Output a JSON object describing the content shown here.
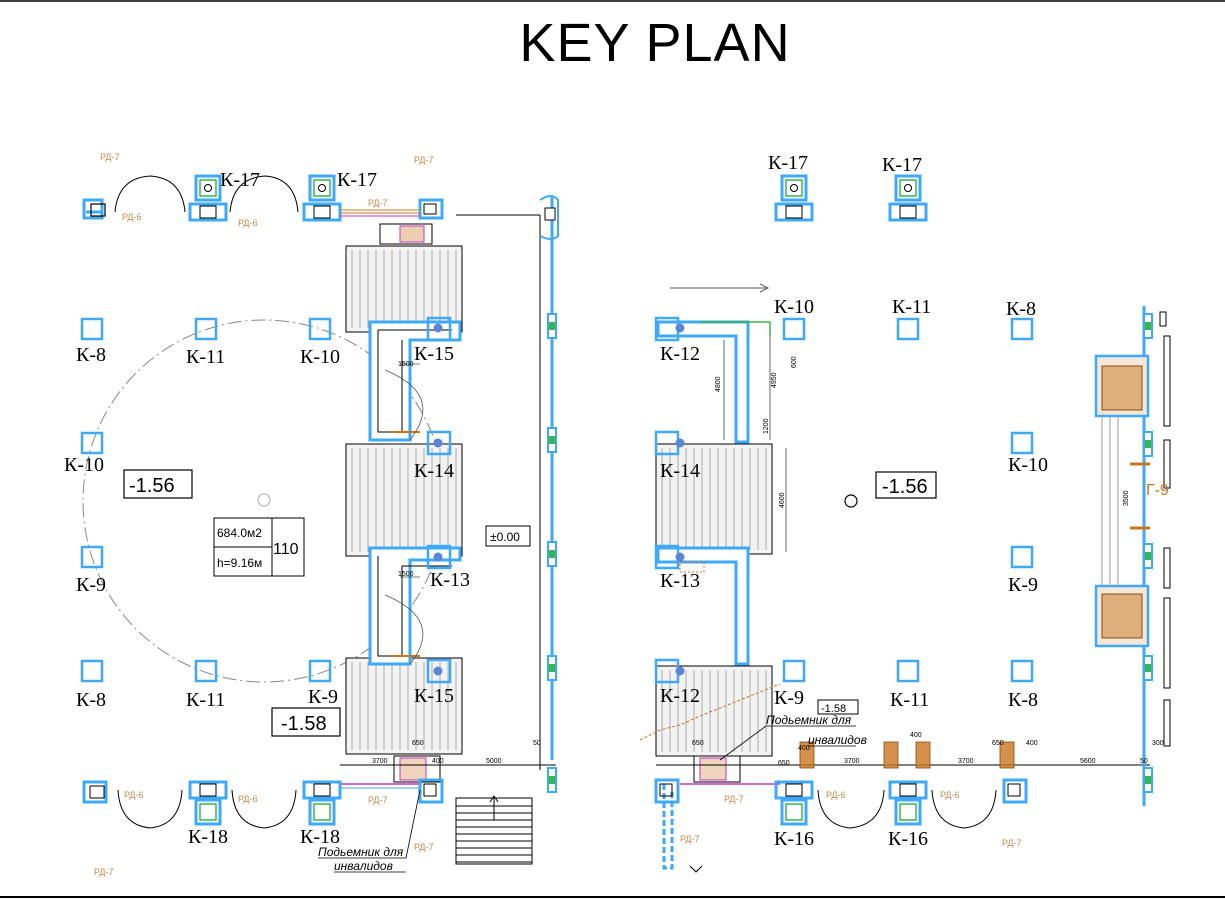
{
  "title": "KEY PLAN",
  "colors": {
    "column": "#3fa9f5",
    "wall": "#3fa9f5",
    "equipment": "#c8751f",
    "annotation": "#c8894a",
    "green": "#39b54a",
    "magenta": "#c239c2"
  },
  "left_plan": {
    "top_labels": [
      "К-17",
      "К-17"
    ],
    "row1": [
      "К-8",
      "К-11",
      "К-10",
      "К-15"
    ],
    "row2": [
      "К-10",
      "К-14"
    ],
    "row3": [
      "К-9",
      "К-13"
    ],
    "row4": [
      "К-8",
      "К-11",
      "К-9",
      "К-15"
    ],
    "bottom_labels": [
      "К-18",
      "К-18"
    ],
    "elevation_main": "-1.56",
    "elevation_low": "-1.58",
    "elevation_zero": "±0.00",
    "room_area": "684.0м2",
    "room_height": "h=9.16м",
    "room_number": "110",
    "rd_top": [
      "РД-7",
      "РД-6",
      "РД-6",
      "РД-7",
      "РД-7"
    ],
    "rd_bottom": [
      "РД-6",
      "РД-6",
      "РД-7",
      "РД-7",
      "РД-7"
    ],
    "dims": [
      "1500",
      "1500",
      "3700",
      "650",
      "400",
      "5000",
      "50"
    ],
    "lift_note_1": "Подьемник для",
    "lift_note_2": "инвалидов"
  },
  "right_plan": {
    "top_labels": [
      "К-17",
      "К-17"
    ],
    "row1": [
      "К-10",
      "К-11",
      "К-8",
      "К-12"
    ],
    "row2": [
      "К-14",
      "К-10"
    ],
    "row3": [
      "К-13",
      "К-9"
    ],
    "row4": [
      "К-12",
      "К-9",
      "К-11",
      "К-8"
    ],
    "bottom_labels": [
      "К-16",
      "К-16"
    ],
    "elevation_main": "-1.56",
    "elevation_low": "-1.58",
    "gate_label": "Г-9",
    "rd_bottom": [
      "РД-7",
      "РД-6",
      "РД-6",
      "РД-7",
      "РД-7"
    ],
    "dims": [
      "4800",
      "4950",
      "600",
      "1200",
      "4600",
      "650",
      "400",
      "650",
      "3700",
      "400",
      "3700",
      "650",
      "400",
      "5600",
      "50",
      "300",
      "3500"
    ],
    "lift_note_1": "Подьемник для",
    "lift_note_2": "инвалидов"
  }
}
